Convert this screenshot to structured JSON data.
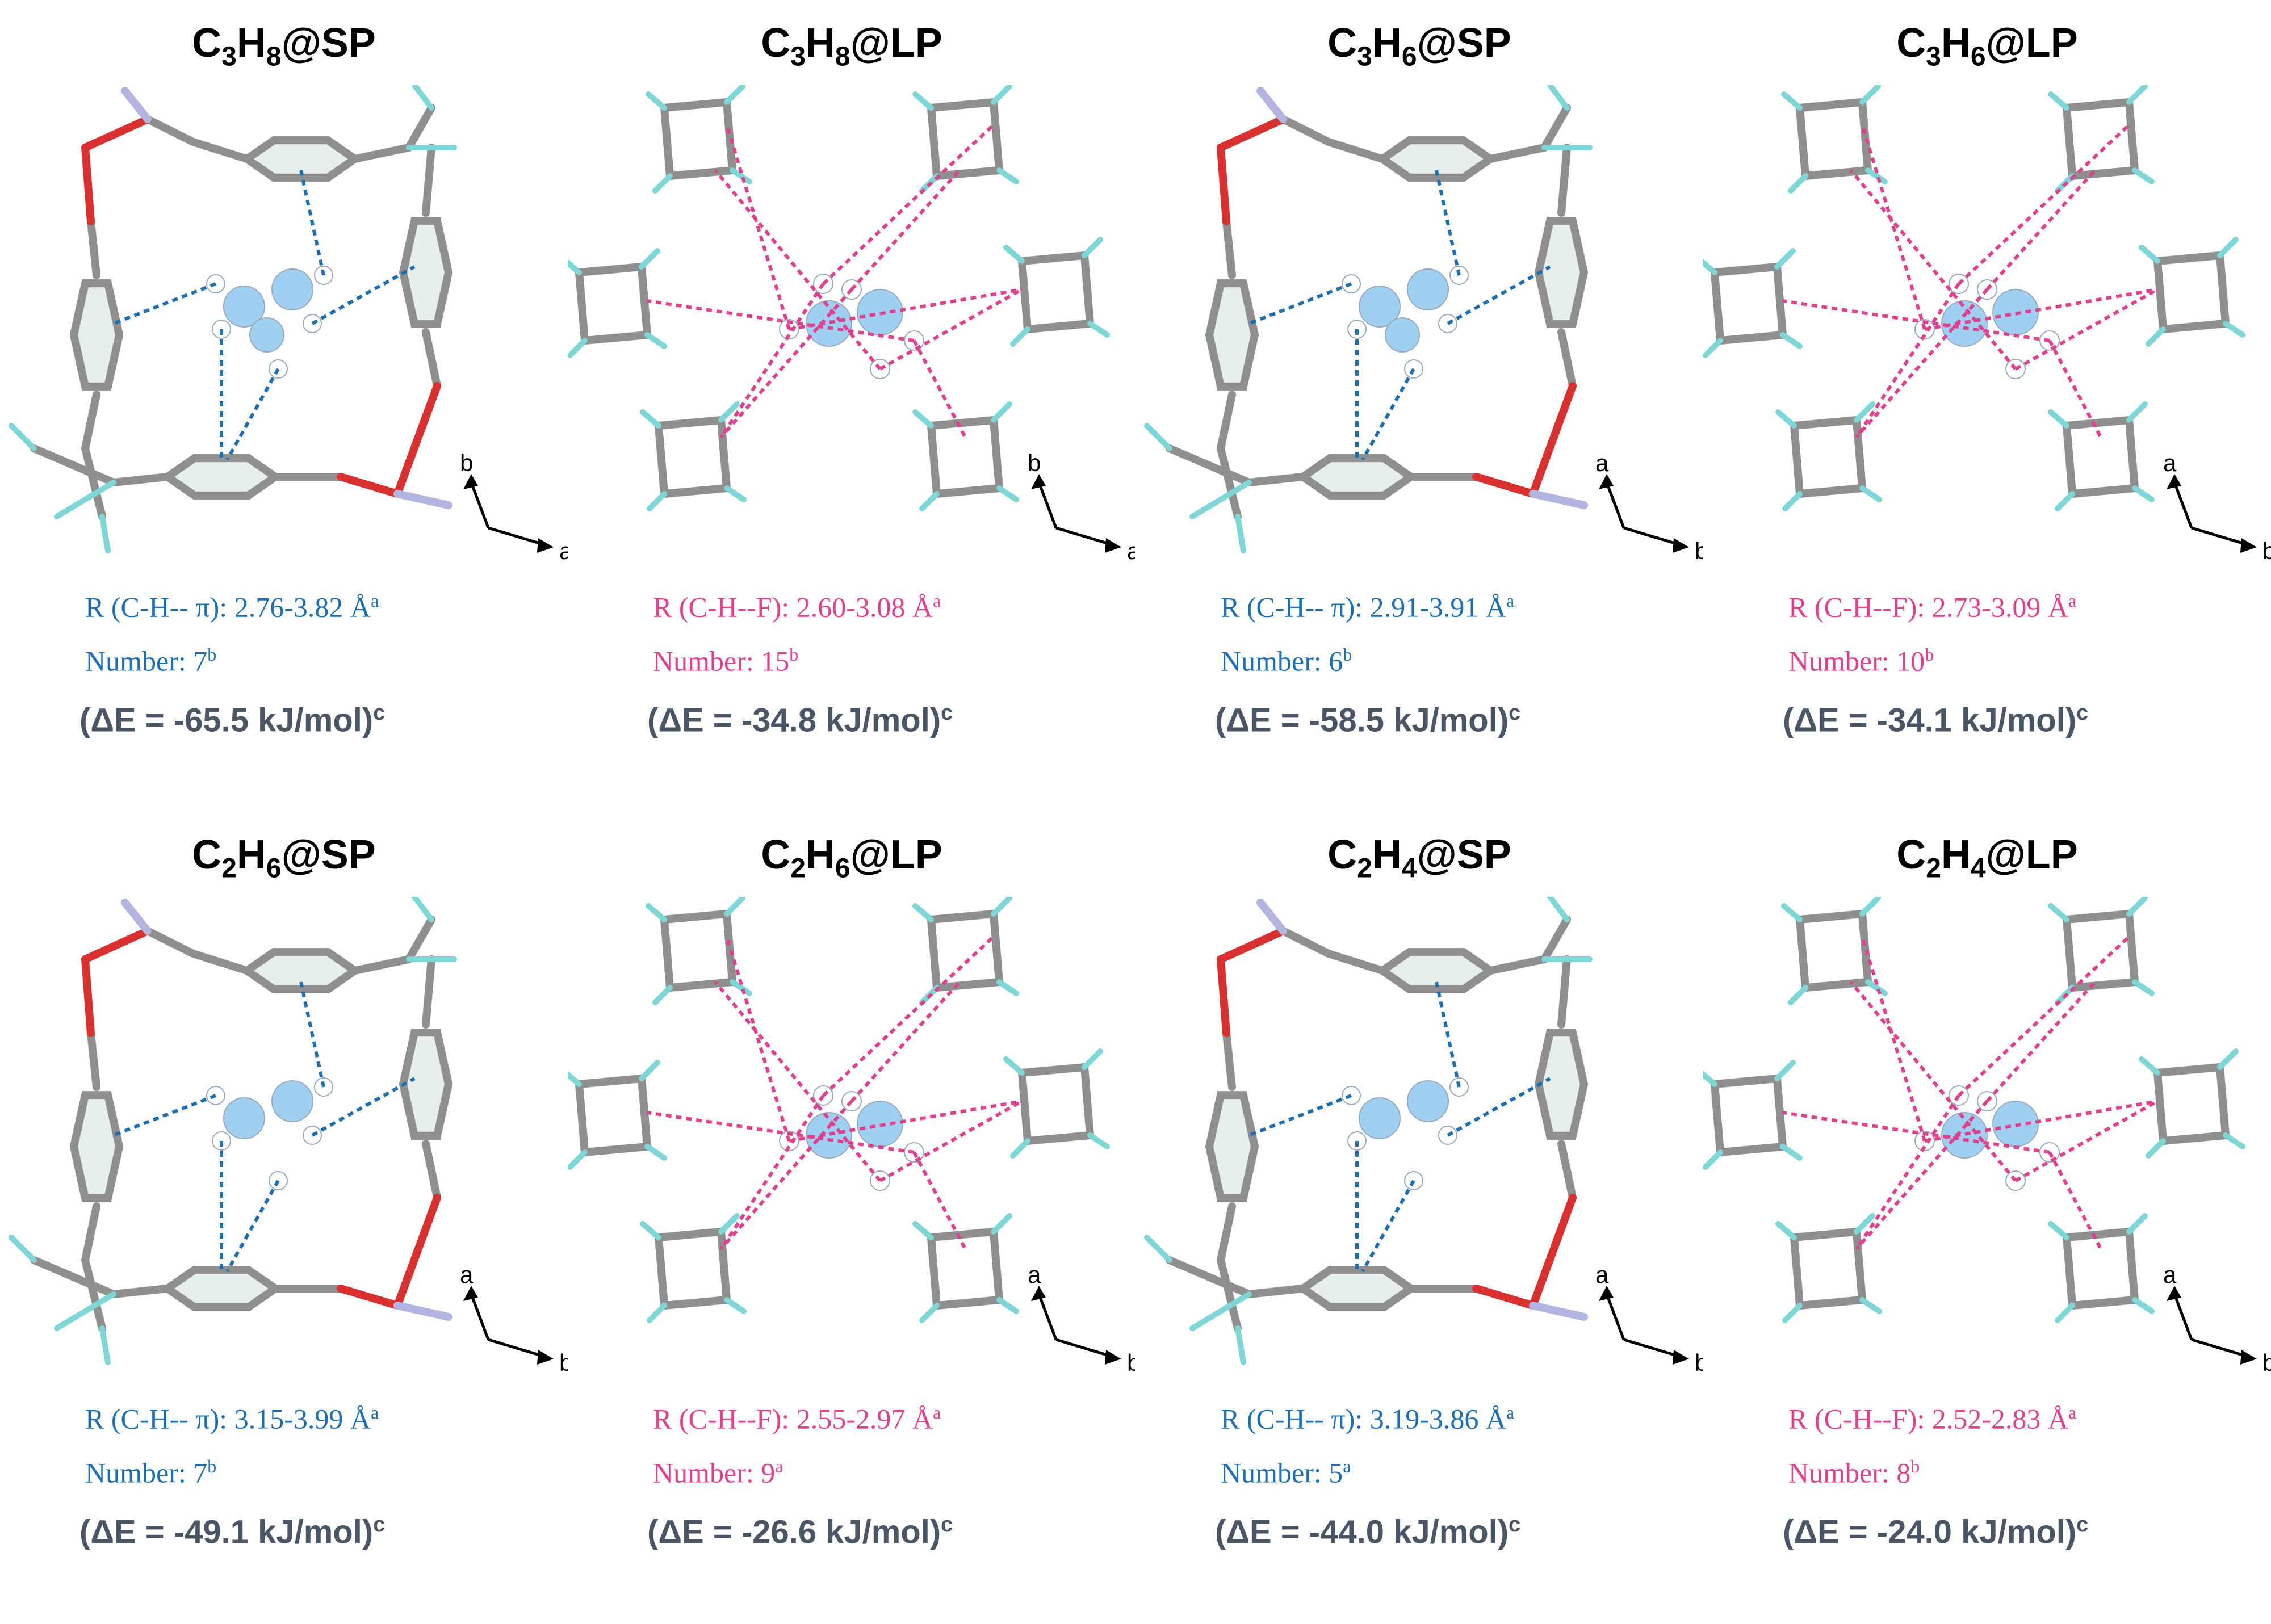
{
  "panels": [
    {
      "formula": "C",
      "n1": "3",
      "h": "H",
      "n2": "8",
      "site": "@SP",
      "r_label": "R (C-H-- π): 2.76-3.82 Å",
      "r_sup": "a",
      "number_label": "Number: 7",
      "number_sup": "b",
      "energy": "(ΔE = -65.5 kJ/mol)",
      "energy_sup": "c",
      "color": "#1f6fb0",
      "type": "SP",
      "axis1": "b",
      "axis2": "a"
    },
    {
      "formula": "C",
      "n1": "3",
      "h": "H",
      "n2": "8",
      "site": "@LP",
      "r_label": "R (C-H--F): 2.60-3.08 Å",
      "r_sup": "a",
      "number_label": "Number: 15",
      "number_sup": "b",
      "energy": "(ΔE = -34.8 kJ/mol)",
      "energy_sup": "c",
      "color": "#e0418f",
      "type": "LP",
      "axis1": "b",
      "axis2": "a"
    },
    {
      "formula": "C",
      "n1": "3",
      "h": "H",
      "n2": "6",
      "site": "@SP",
      "r_label": "R (C-H-- π): 2.91-3.91 Å",
      "r_sup": "a",
      "number_label": "Number: 6",
      "number_sup": "b",
      "energy": "(ΔE = -58.5 kJ/mol)",
      "energy_sup": "c",
      "color": "#1f6fb0",
      "type": "SP",
      "axis1": "a",
      "axis2": "b"
    },
    {
      "formula": "C",
      "n1": "3",
      "h": "H",
      "n2": "6",
      "site": "@LP",
      "r_label": "R (C-H--F): 2.73-3.09 Å",
      "r_sup": "a",
      "number_label": "Number: 10",
      "number_sup": "b",
      "energy": "(ΔE = -34.1 kJ/mol)",
      "energy_sup": "c",
      "color": "#e0418f",
      "type": "LP",
      "axis1": "a",
      "axis2": "b"
    },
    {
      "formula": "C",
      "n1": "2",
      "h": "H",
      "n2": "6",
      "site": "@SP",
      "r_label": "R (C-H-- π): 3.15-3.99 Å",
      "r_sup": "a",
      "number_label": "Number: 7",
      "number_sup": "b",
      "energy": "(ΔE = -49.1 kJ/mol)",
      "energy_sup": "c",
      "color": "#1f6fb0",
      "type": "SP",
      "axis1": "a",
      "axis2": "b"
    },
    {
      "formula": "C",
      "n1": "2",
      "h": "H",
      "n2": "6",
      "site": "@LP",
      "r_label": "R (C-H--F): 2.55-2.97 Å",
      "r_sup": "a",
      "number_label": "Number: 9",
      "number_sup": "a",
      "energy": "(ΔE = -26.6 kJ/mol)",
      "energy_sup": "c",
      "color": "#e0418f",
      "type": "LP",
      "axis1": "a",
      "axis2": "b"
    },
    {
      "formula": "C",
      "n1": "2",
      "h": "H",
      "n2": "4",
      "site": "@SP",
      "r_label": "R (C-H-- π): 3.19-3.86 Å",
      "r_sup": "a",
      "number_label": "Number: 5",
      "number_sup": "a",
      "energy": "(ΔE = -44.0 kJ/mol)",
      "energy_sup": "c",
      "color": "#1f6fb0",
      "type": "SP",
      "axis1": "a",
      "axis2": "b"
    },
    {
      "formula": "C",
      "n1": "2",
      "h": "H",
      "n2": "4",
      "site": "@LP",
      "r_label": "R (C-H--F): 2.52-2.83 Å",
      "r_sup": "a",
      "number_label": "Number: 8",
      "number_sup": "b",
      "energy": "(ΔE = -24.0 kJ/mol)",
      "energy_sup": "c",
      "color": "#e0418f",
      "type": "LP",
      "axis1": "a",
      "axis2": "b"
    }
  ]
}
